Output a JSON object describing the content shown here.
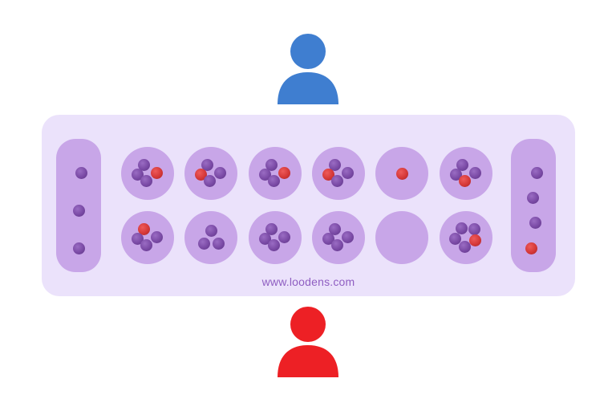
{
  "players": {
    "top": {
      "color": "#3f7ed0"
    },
    "bottom": {
      "color": "#ed2025"
    }
  },
  "board": {
    "website": "www.loodens.com",
    "stores": {
      "left": {
        "seeds": [
          "purple",
          "purple",
          "purple"
        ]
      },
      "right": {
        "seeds": [
          "purple",
          "purple",
          "purple",
          "red"
        ]
      }
    },
    "top_row": [
      {
        "seeds": [
          "purple",
          "purple",
          "red",
          "purple"
        ]
      },
      {
        "seeds": [
          "purple",
          "red",
          "purple",
          "purple"
        ]
      },
      {
        "seeds": [
          "purple",
          "purple",
          "red",
          "purple"
        ]
      },
      {
        "seeds": [
          "purple",
          "red",
          "purple",
          "purple"
        ]
      },
      {
        "seeds": [
          "red"
        ]
      },
      {
        "seeds": [
          "purple",
          "purple",
          "purple",
          "red"
        ]
      }
    ],
    "bottom_row": [
      {
        "seeds": [
          "red",
          "purple",
          "purple",
          "purple"
        ]
      },
      {
        "seeds": [
          "purple",
          "purple",
          "purple"
        ]
      },
      {
        "seeds": [
          "purple",
          "purple",
          "purple",
          "purple"
        ]
      },
      {
        "seeds": [
          "purple",
          "purple",
          "purple",
          "purple"
        ]
      },
      {
        "seeds": []
      },
      {
        "seeds": [
          "purple",
          "purple",
          "purple",
          "red",
          "purple"
        ]
      }
    ]
  },
  "colors": {
    "board": "#ebe2fb",
    "pit": "#c8a6e8",
    "seed_purple": "#7a4aa5",
    "seed_red": "#d53838",
    "website_text": "#8f5ec2"
  }
}
